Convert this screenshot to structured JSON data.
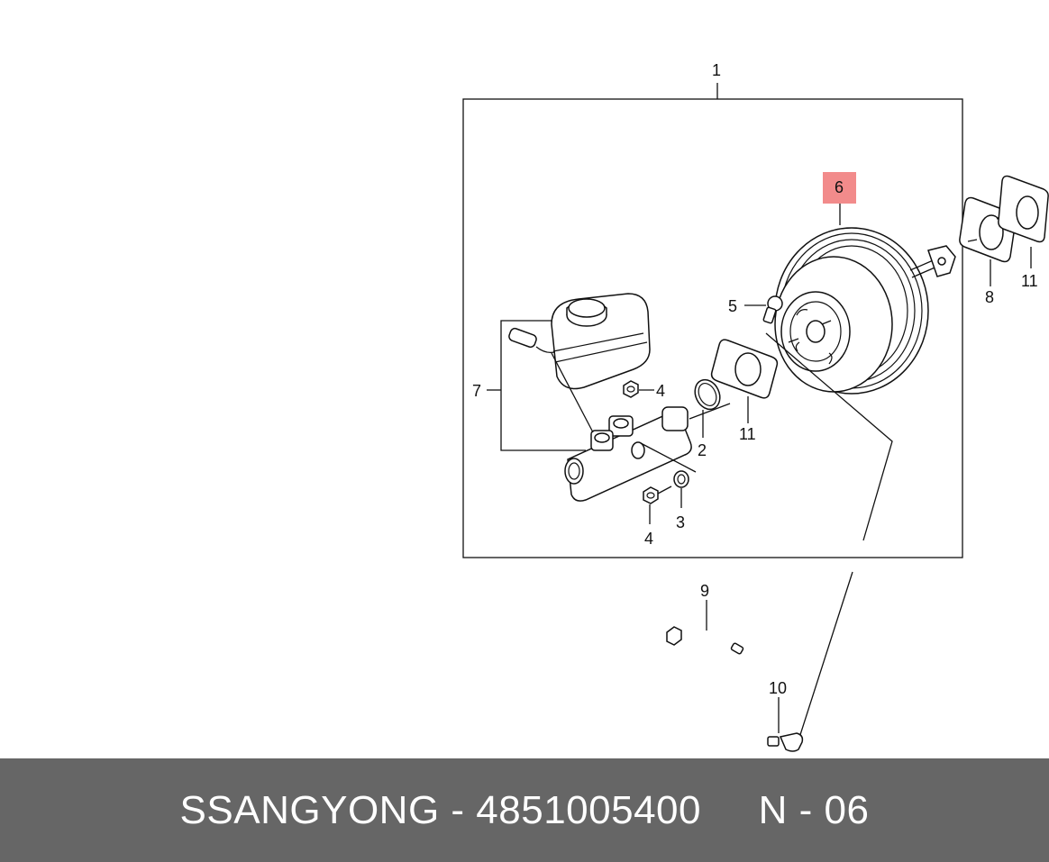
{
  "callouts": {
    "c1": "1",
    "c2": "2",
    "c3": "3",
    "c4a": "4",
    "c4b": "4",
    "c5": "5",
    "c6": "6",
    "c7": "7",
    "c8": "8",
    "c9": "9",
    "c10": "10",
    "c11a": "11",
    "c11b": "11"
  },
  "highlight_color": "#f28b8b",
  "footer": {
    "brand": "SSANGYONG",
    "separator1": " - ",
    "part_number": "4851005400",
    "gap": "     ",
    "ref": "N - 06"
  }
}
